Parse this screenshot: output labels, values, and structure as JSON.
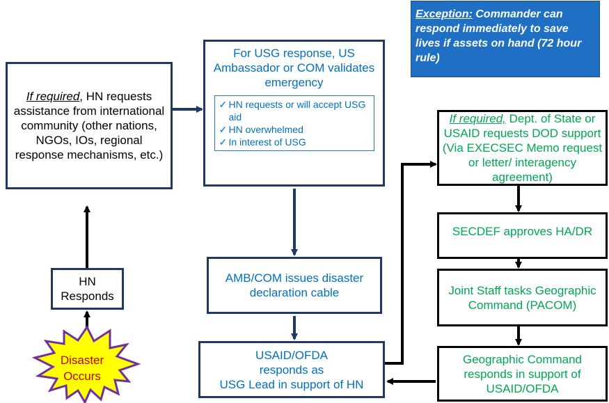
{
  "exception": {
    "lead": "Exception:",
    "text": "Commander can respond immediately to save lives if assets on hand (72 hour rule)"
  },
  "hn_request": {
    "lead": "If required",
    "text": ", HN requests assistance from international community (other nations, NGOs, IOs, regional response mechanisms, etc.)"
  },
  "validate": {
    "title": "For USG response, US Ambassador or COM validates emergency",
    "checks": [
      "HN requests or will accept USG aid",
      "HN overwhelmed",
      "In interest of USG"
    ]
  },
  "amb": "AMB/COM issues disaster declaration cable",
  "usaid": [
    "USAID/OFDA",
    "responds as",
    "USG Lead in support of HN"
  ],
  "hn_responds": [
    "HN",
    "Responds"
  ],
  "disaster": [
    "Disaster",
    "Occurs"
  ],
  "dos": {
    "lead": "If required,",
    "text": " Dept. of State or USAID requests DOD support (Via EXECSEC Memo request or letter/ interagency agreement)"
  },
  "secdef": "SECDEF approves HA/DR",
  "jstaff": "Joint Staff tasks Geographic Command (PACOM)",
  "geo": "Geographic Command responds in support of USAID/OFDA",
  "colors": {
    "navy_border": "#1f3864",
    "blue_text": "#0070c0",
    "green_text": "#00a651",
    "callout_fill": "#1f6fc4",
    "burst_fill": "#ffff00",
    "burst_edge": "#7030a0"
  }
}
